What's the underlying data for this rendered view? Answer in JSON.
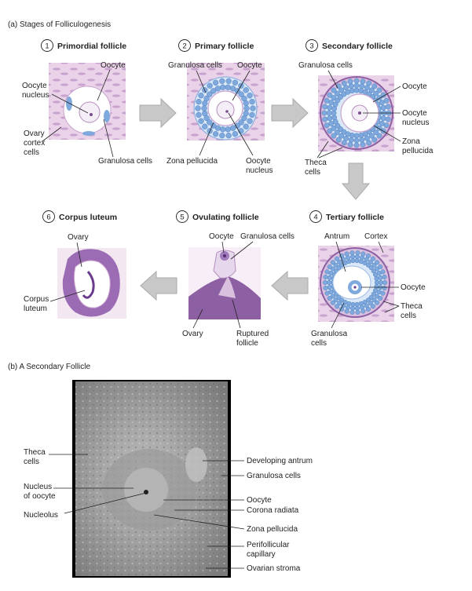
{
  "section_a_title": "(a) Stages of Folliculogenesis",
  "section_b_title": "(b) A Secondary Follicle",
  "colors": {
    "tissue_bg": "#e8cde6",
    "tissue_cell": "#c79fcc",
    "granulosa": "#7fa9dc",
    "oocyte": "#ffffff",
    "purple_dark": "#6a3a8c",
    "arrow": "#c8c8c8"
  },
  "stages": [
    {
      "num": "1",
      "title": "Primordial follicle"
    },
    {
      "num": "2",
      "title": "Primary follicle"
    },
    {
      "num": "3",
      "title": "Secondary follicle"
    },
    {
      "num": "4",
      "title": "Tertiary follicle"
    },
    {
      "num": "5",
      "title": "Ovulating follicle"
    },
    {
      "num": "6",
      "title": "Corpus luteum"
    }
  ],
  "labels": {
    "s1_oocyte": "Oocyte",
    "s1_nucleus_1": "Oocyte",
    "s1_nucleus_2": "nucleus",
    "s1_ovary_1": "Ovary",
    "s1_ovary_2": "cortex",
    "s1_ovary_3": "cells",
    "s1_granulosa": "Granulosa cells",
    "s2_granulosa": "Granulosa cells",
    "s2_oocyte": "Oocyte",
    "s2_zona": "Zona pellucida",
    "s2_nucleus_1": "Oocyte",
    "s2_nucleus_2": "nucleus",
    "s3_granulosa": "Granulosa cells",
    "s3_oocyte": "Oocyte",
    "s3_nucleus_1": "Oocyte",
    "s3_nucleus_2": "nucleus",
    "s3_zona_1": "Zona",
    "s3_zona_2": "pellucida",
    "s3_theca_1": "Theca",
    "s3_theca_2": "cells",
    "s4_antrum": "Antrum",
    "s4_cortex": "Cortex",
    "s4_oocyte": "Oocyte",
    "s4_theca_1": "Theca",
    "s4_theca_2": "cells",
    "s4_granulosa_1": "Granulosa",
    "s4_granulosa_2": "cells",
    "s5_oocyte": "Oocyte",
    "s5_granulosa": "Granulosa cells",
    "s5_ovary": "Ovary",
    "s5_ruptured_1": "Ruptured",
    "s5_ruptured_2": "follicle",
    "s6_ovary": "Ovary",
    "s6_corpus_1": "Corpus",
    "s6_corpus_2": "luteum"
  },
  "micrograph": {
    "left_labels": [
      [
        "Theca",
        "cells"
      ],
      [
        "Nucleus",
        "of oocyte"
      ],
      [
        "Nucleolus"
      ]
    ],
    "right_labels": [
      [
        "Developing antrum"
      ],
      [
        "Granulosa cells"
      ],
      [
        "Oocyte"
      ],
      [
        "Corona radiata"
      ],
      [
        "Zona pellucida"
      ],
      [
        "Perifollicular",
        "capillary"
      ],
      [
        "Ovarian stroma"
      ]
    ]
  }
}
